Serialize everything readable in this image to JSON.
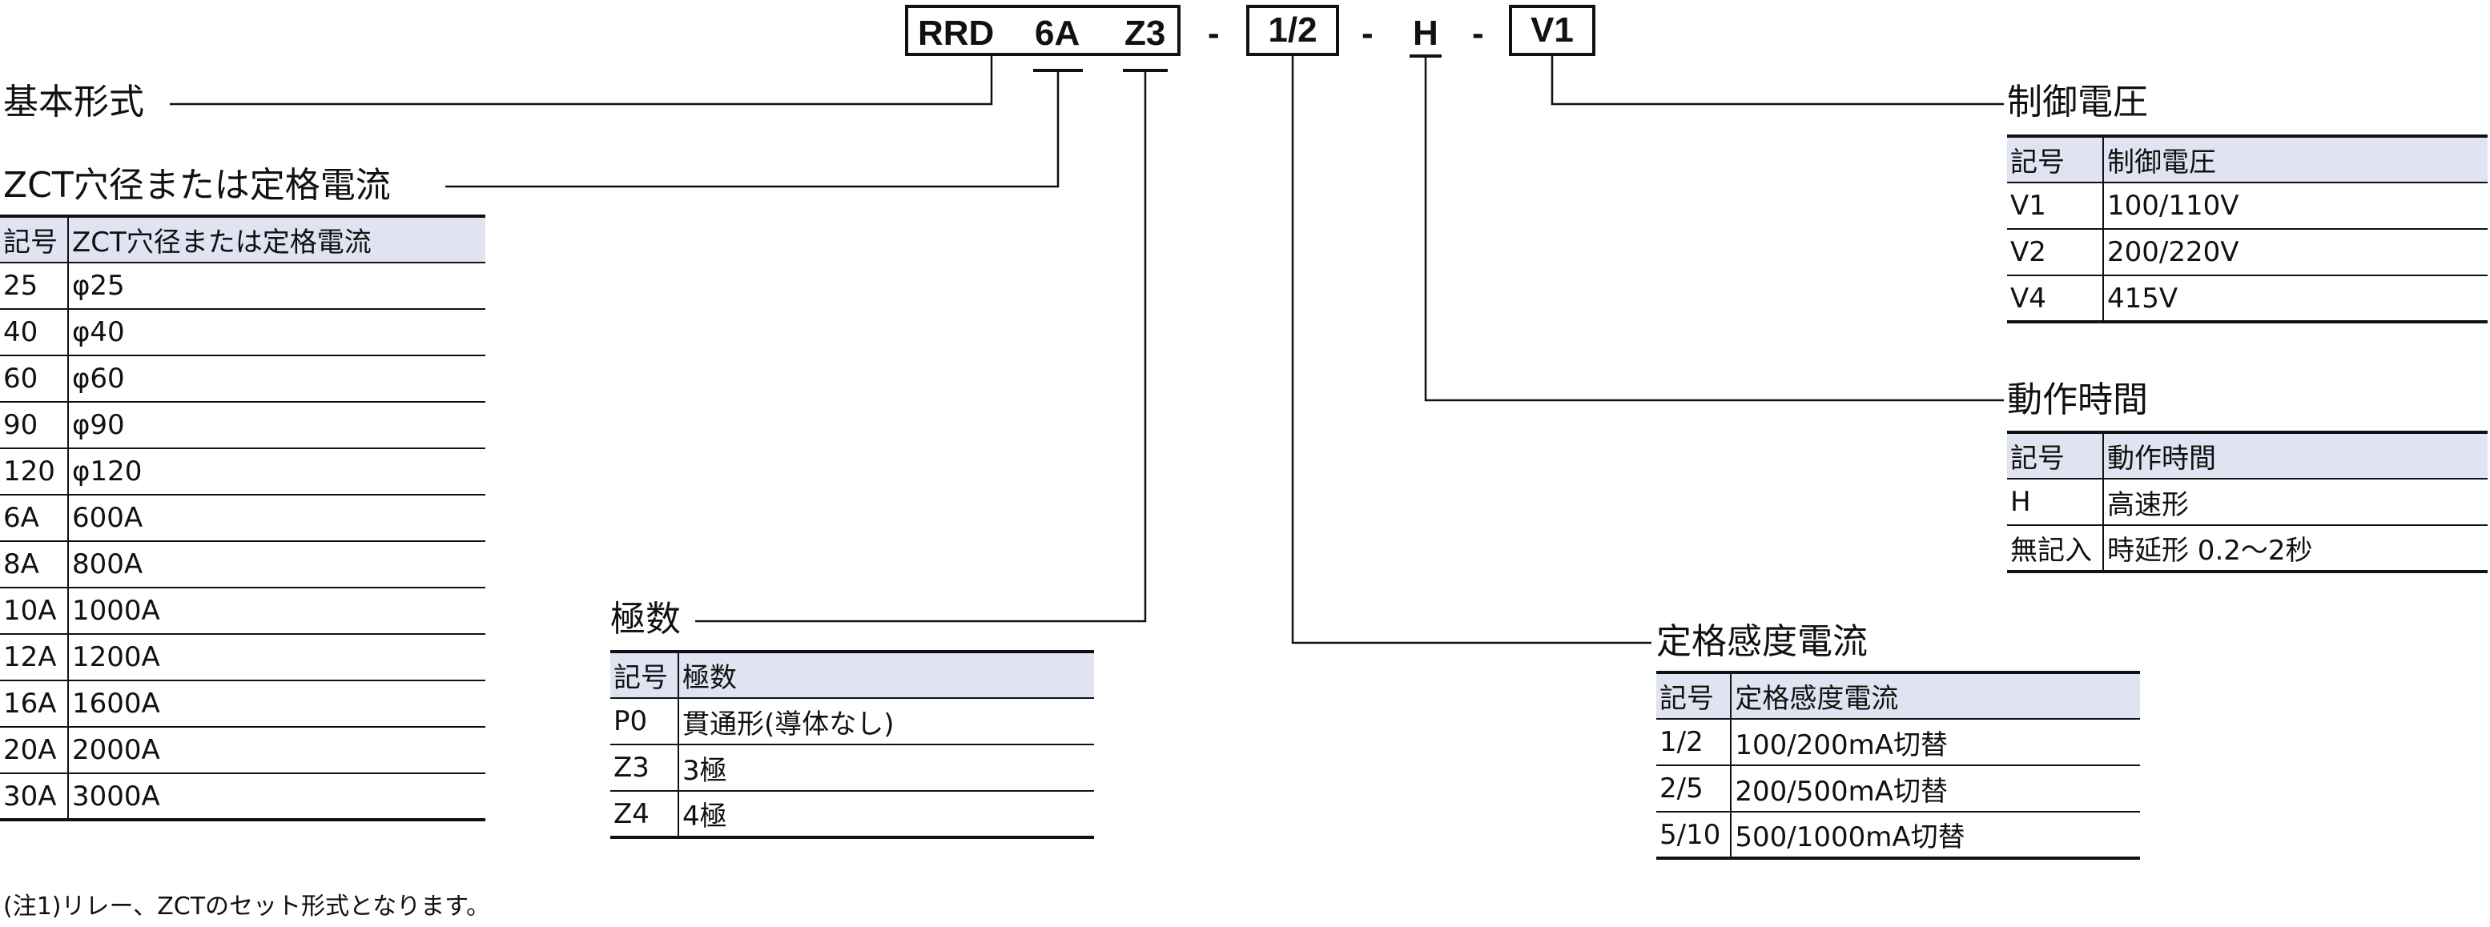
{
  "model": {
    "part1": "RRD",
    "part2": "6A",
    "part3": "Z3",
    "sep": "-",
    "sens": "1/2",
    "time": "H",
    "volt": "V1"
  },
  "labels": {
    "basic": "基本形式",
    "zct": "ZCT穴径または定格電流",
    "poles": "極数",
    "sensitivity": "定格感度電流",
    "operating_time": "動作時間",
    "voltage": "制御電圧"
  },
  "zct_table": {
    "headers": [
      "記号",
      "ZCT穴径または定格電流"
    ],
    "rows": [
      [
        "25",
        "φ25"
      ],
      [
        "40",
        "φ40"
      ],
      [
        "60",
        "φ60"
      ],
      [
        "90",
        "φ90"
      ],
      [
        "120",
        "φ120"
      ],
      [
        "6A",
        "600A"
      ],
      [
        "8A",
        "800A"
      ],
      [
        "10A",
        "1000A"
      ],
      [
        "12A",
        "1200A"
      ],
      [
        "16A",
        "1600A"
      ],
      [
        "20A",
        "2000A"
      ],
      [
        "30A",
        "3000A"
      ]
    ]
  },
  "poles_table": {
    "headers": [
      "記号",
      "極数"
    ],
    "rows": [
      [
        "P0",
        "貫通形(導体なし)"
      ],
      [
        "Z3",
        "3極"
      ],
      [
        "Z4",
        "4極"
      ]
    ]
  },
  "sensitivity_table": {
    "headers": [
      "記号",
      "定格感度電流"
    ],
    "rows": [
      [
        "1/2",
        "100/200mA切替"
      ],
      [
        "2/5",
        "200/500mA切替"
      ],
      [
        "5/10",
        "500/1000mA切替"
      ]
    ]
  },
  "time_table": {
    "headers": [
      "記号",
      "動作時間"
    ],
    "rows": [
      [
        "H",
        "高速形"
      ],
      [
        "無記入",
        "時延形 0.2～2秒"
      ]
    ]
  },
  "voltage_table": {
    "headers": [
      "記号",
      "制御電圧"
    ],
    "rows": [
      [
        "V1",
        "100/110V"
      ],
      [
        "V2",
        "200/220V"
      ],
      [
        "V4",
        "415V"
      ]
    ]
  },
  "note": "(注1)リレー、ZCTのセット形式となります。"
}
